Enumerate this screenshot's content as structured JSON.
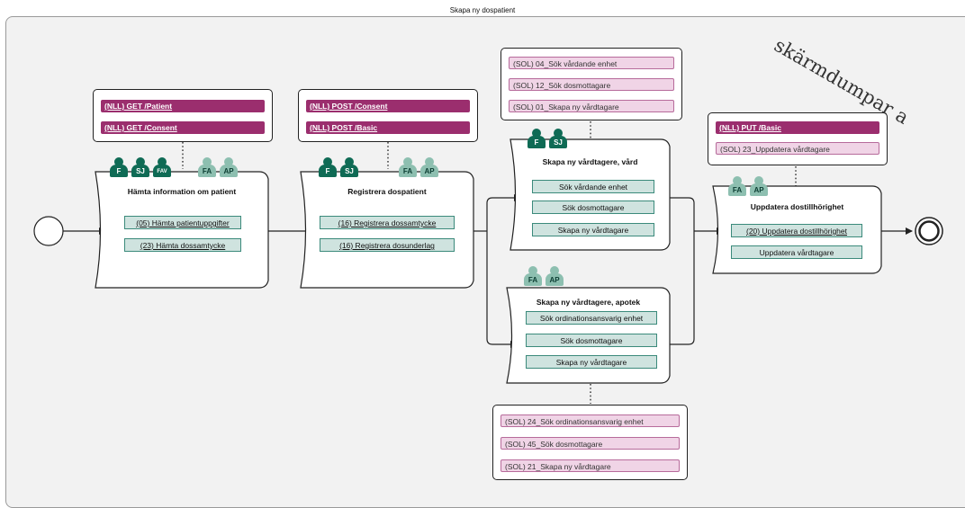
{
  "title": "Skapa ny dospatient",
  "watermark": "skärmdumpar a",
  "colors": {
    "nll": "#9b2e6e",
    "sol": "#f0d4e6",
    "activity": "#cfe3df",
    "role_dark": "#0f6b55",
    "role_light": "#8dbfb0"
  },
  "processes": [
    {
      "title": "Hämta information om patient",
      "roles": [
        "F",
        "SJ",
        "FAV",
        "FA",
        "AP"
      ],
      "activities": [
        "(05) Hämta patientuppgifter",
        "(23) Hämta dossamtycke"
      ],
      "annotations": [
        "(NLL) GET /Patient",
        "(NLL) GET /Consent"
      ]
    },
    {
      "title": "Registrera dospatient",
      "roles": [
        "F",
        "SJ",
        "FA",
        "AP"
      ],
      "activities": [
        "(16) Registrera dossamtycke",
        "(16) Registrera dosunderlag"
      ],
      "annotations": [
        "(NLL) POST /Consent",
        "(NLL) POST /Basic"
      ]
    },
    {
      "title": "Skapa ny vårdtagere, vård",
      "roles": [
        "F",
        "SJ"
      ],
      "activities": [
        "Sök vårdande enhet",
        "Sök dosmottagare",
        "Skapa ny vårdtagare"
      ],
      "annotations": [
        "(SOL) 04_Sök vårdande enhet",
        "(SOL) 12_Sök dosmottagare",
        "(SOL) 01_Skapa ny vårdtagare"
      ]
    },
    {
      "title": "Skapa ny vårdtagere, apotek",
      "roles": [
        "FA",
        "AP"
      ],
      "activities": [
        "Sök ordinationsansvarig enhet",
        "Sök dosmottagare",
        "Skapa ny vårdtagare"
      ],
      "annotations": [
        "(SOL) 24_Sök ordinationsansvarig enhet",
        "(SOL) 45_Sök dosmottagare",
        "(SOL) 21_Skapa ny vårdtagare"
      ]
    },
    {
      "title": "Uppdatera dostillhörighet",
      "roles": [
        "FA",
        "AP"
      ],
      "activities": [
        "(20) Uppdatera dostillhörighet",
        "Uppdatera vårdtagare"
      ],
      "annotations": [
        "(NLL) PUT /Basic",
        "(SOL) 23_Uppdatera vårdtagare"
      ]
    }
  ]
}
